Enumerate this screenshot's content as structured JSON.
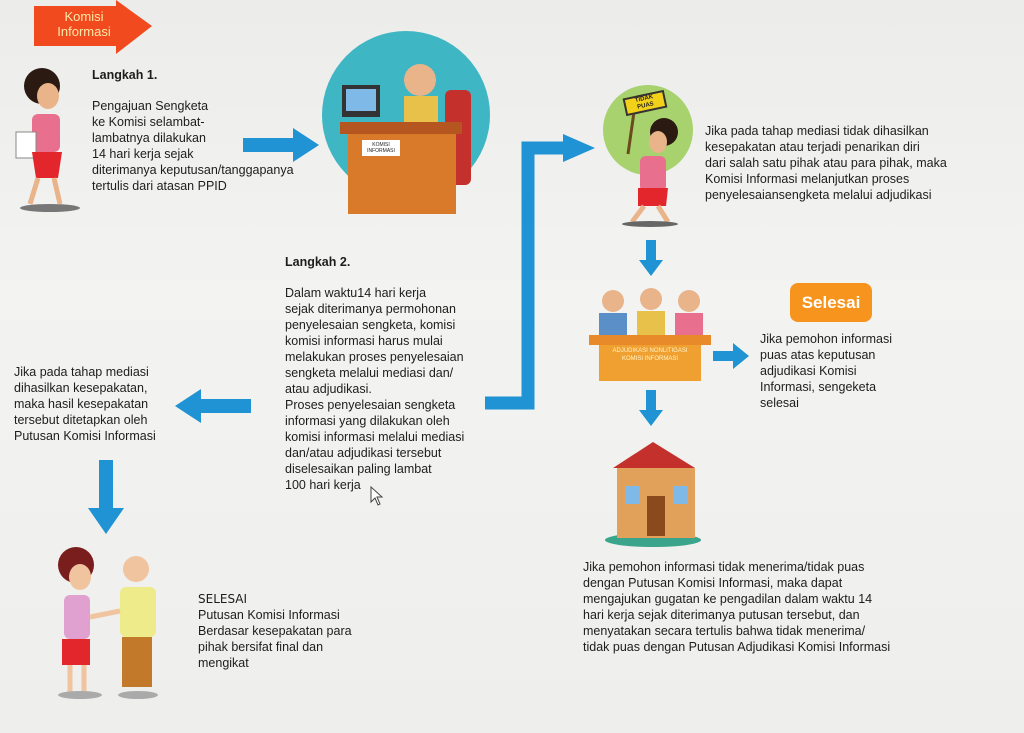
{
  "header": {
    "label": "Komisi\nInformasi"
  },
  "step1": {
    "title": "Langkah 1.",
    "body": "Pengajuan Sengketa\nke Komisi selambat-\nlambatnya dilakukan\n14 hari kerja sejak\nditerimanya keputusan/tanggapanya\ntertulis dari atasan PPID"
  },
  "office": {
    "desk_sign": "KOMISI\nINFORMASI"
  },
  "step2": {
    "title": "Langkah 2.",
    "body": "Dalam waktu14 hari kerja\nsejak diterimanya permohonan\npenyelesaian sengketa, komisi\nkomisi informasi harus mulai\nmelakukan proses penyelesaian\nsengketa melalui mediasi dan/\natau adjudikasi.\nProses penyelesaian sengketa\ninformasi yang dilakukan oleh\nkomisi informasi melalui mediasi\ndan/atau adjudikasi tersebut\ndiselesaikan paling lambat\n100 hari kerja"
  },
  "mediation_success": {
    "body": "Jika pada tahap mediasi\ndihasilkan kesepakatan,\nmaka hasil kesepakatan\ntersebut ditetapkan oleh\nPutusan Komisi Informasi"
  },
  "final_agreement": {
    "title": "SELESAI",
    "body": "Putusan Komisi Informasi\nBerdasar kesepakatan para\npihak bersifat final dan\nmengikat"
  },
  "mediation_fail": {
    "sign": "TIDAK\nPUAS",
    "body": "Jika pada tahap mediasi tidak dihasilkan\nkesepakatan atau terjadi penarikan diri\ndari salah satu pihak atau para pihak, maka\nKomisi Informasi melanjutkan proses\npenyelesaiansengketa melalui adjudikasi"
  },
  "adjudication": {
    "desk_sign": "ADJUDIKASI NONLITIGASI\nKOMISI INFORMASI"
  },
  "done": {
    "badge": "Selesai",
    "body": "Jika pemohon informasi\npuas atas keputusan\nadjudikasi Komisi\nInformasi, sengeketa\nselesai"
  },
  "court": {
    "body": "Jika pemohon informasi tidak menerima/tidak puas\ndengan Putusan Komisi Informasi, maka dapat\nmengajukan gugatan ke pengadilan dalam waktu 14\nhari kerja sejak diterimanya putusan tersebut, dan\nmenyatakan secara tertulis bahwa tidak menerima/\ntidak puas dengan Putusan Adjudikasi Komisi Informasi"
  },
  "colors": {
    "arrow": "#1f93d3",
    "header": "#f04a1e",
    "badge": "#f7941d"
  }
}
